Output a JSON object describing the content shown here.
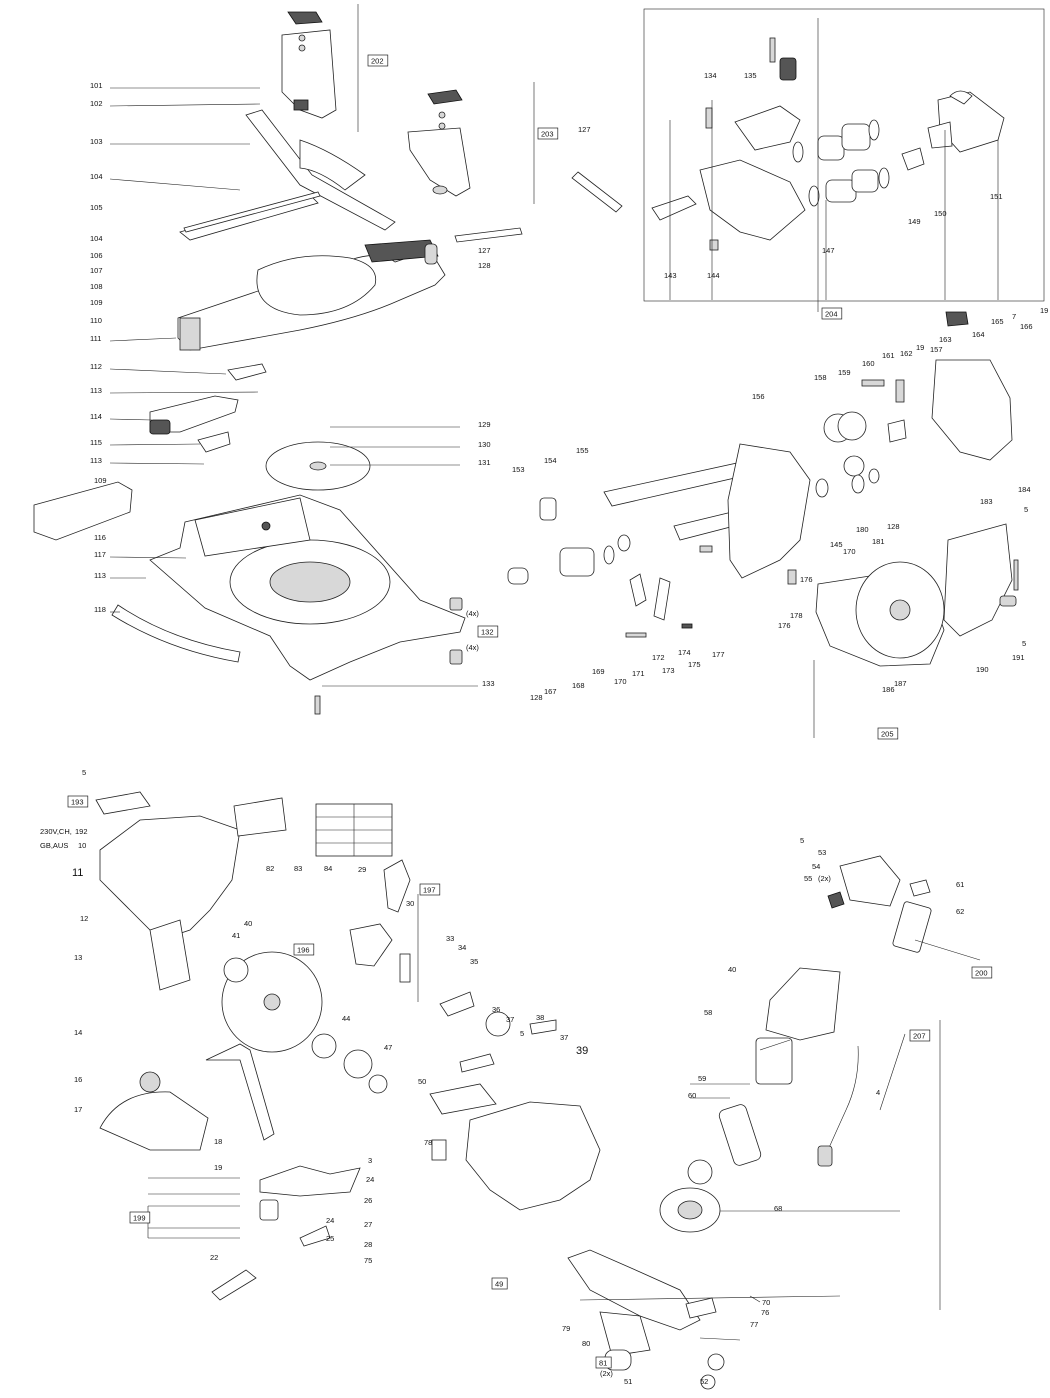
{
  "labels": [
    {
      "t": "101"
    },
    {
      "t": "102"
    },
    {
      "t": "103"
    },
    {
      "t": "104"
    },
    {
      "t": "105"
    },
    {
      "t": "104"
    },
    {
      "t": "106"
    },
    {
      "t": "107"
    },
    {
      "t": "108"
    },
    {
      "t": "109"
    },
    {
      "t": "110"
    },
    {
      "t": "111"
    },
    {
      "t": "112"
    },
    {
      "t": "113"
    },
    {
      "t": "114"
    },
    {
      "t": "115"
    },
    {
      "t": "113"
    },
    {
      "t": "109"
    },
    {
      "t": "116"
    },
    {
      "t": "117"
    },
    {
      "t": "113"
    },
    {
      "t": "118"
    },
    {
      "t": "127"
    },
    {
      "t": "127"
    },
    {
      "t": "128"
    },
    {
      "t": "129"
    },
    {
      "t": "130"
    },
    {
      "t": "131"
    },
    {
      "t": "(4x)"
    },
    {
      "t": "(4x)"
    },
    {
      "t": "133"
    },
    {
      "t": "134"
    },
    {
      "t": "135"
    },
    {
      "t": "143"
    },
    {
      "t": "144"
    },
    {
      "t": "147"
    },
    {
      "t": "149"
    },
    {
      "t": "150"
    },
    {
      "t": "151"
    },
    {
      "t": "153"
    },
    {
      "t": "154"
    },
    {
      "t": "155"
    },
    {
      "t": "156"
    },
    {
      "t": "158"
    },
    {
      "t": "159"
    },
    {
      "t": "160"
    },
    {
      "t": "161"
    },
    {
      "t": "162"
    },
    {
      "t": "163"
    },
    {
      "t": "157"
    },
    {
      "t": "164"
    },
    {
      "t": "165"
    },
    {
      "t": "7"
    },
    {
      "t": "166"
    },
    {
      "t": "19"
    },
    {
      "t": "19"
    },
    {
      "t": "180"
    },
    {
      "t": "181"
    },
    {
      "t": "128"
    },
    {
      "t": "183"
    },
    {
      "t": "184"
    },
    {
      "t": "5"
    },
    {
      "t": "145"
    },
    {
      "t": "170"
    },
    {
      "t": "176"
    },
    {
      "t": "178"
    },
    {
      "t": "176"
    },
    {
      "t": "177"
    },
    {
      "t": "174"
    },
    {
      "t": "175"
    },
    {
      "t": "172"
    },
    {
      "t": "173"
    },
    {
      "t": "171"
    },
    {
      "t": "170"
    },
    {
      "t": "169"
    },
    {
      "t": "168"
    },
    {
      "t": "167"
    },
    {
      "t": "128"
    },
    {
      "t": "186"
    },
    {
      "t": "187"
    },
    {
      "t": "190"
    },
    {
      "t": "191"
    },
    {
      "t": "5"
    },
    {
      "t": "5"
    },
    {
      "t": "230V,CH,"
    },
    {
      "t": "192"
    },
    {
      "t": "GB,AUS"
    },
    {
      "t": "10"
    },
    {
      "t": "11"
    },
    {
      "t": "12"
    },
    {
      "t": "13"
    },
    {
      "t": "14"
    },
    {
      "t": "16"
    },
    {
      "t": "17"
    },
    {
      "t": "18"
    },
    {
      "t": "19"
    },
    {
      "t": "82"
    },
    {
      "t": "83"
    },
    {
      "t": "84"
    },
    {
      "t": "29"
    },
    {
      "t": "30"
    },
    {
      "t": "40"
    },
    {
      "t": "41"
    },
    {
      "t": "33"
    },
    {
      "t": "34"
    },
    {
      "t": "35"
    },
    {
      "t": "36"
    },
    {
      "t": "37"
    },
    {
      "t": "5"
    },
    {
      "t": "38"
    },
    {
      "t": "37"
    },
    {
      "t": "39"
    },
    {
      "t": "44"
    },
    {
      "t": "47"
    },
    {
      "t": "50"
    },
    {
      "t": "78"
    },
    {
      "t": "3"
    },
    {
      "t": "24"
    },
    {
      "t": "26"
    },
    {
      "t": "27"
    },
    {
      "t": "28"
    },
    {
      "t": "75"
    },
    {
      "t": "24"
    },
    {
      "t": "25"
    },
    {
      "t": "22"
    },
    {
      "t": "5"
    },
    {
      "t": "53"
    },
    {
      "t": "54"
    },
    {
      "t": "55"
    },
    {
      "t": "(2x)"
    },
    {
      "t": "61"
    },
    {
      "t": "62"
    },
    {
      "t": "40"
    },
    {
      "t": "58"
    },
    {
      "t": "4"
    },
    {
      "t": "59"
    },
    {
      "t": "60"
    },
    {
      "t": "68"
    },
    {
      "t": "70"
    },
    {
      "t": "76"
    },
    {
      "t": "77"
    },
    {
      "t": "79"
    },
    {
      "t": "80"
    },
    {
      "t": "(2x)"
    },
    {
      "t": "51"
    },
    {
      "t": "52"
    }
  ],
  "boxed_labels": [
    {
      "t": "202"
    },
    {
      "t": "203"
    },
    {
      "t": "132"
    },
    {
      "t": "204"
    },
    {
      "t": "205"
    },
    {
      "t": "193"
    },
    {
      "t": "197"
    },
    {
      "t": "196"
    },
    {
      "t": "199"
    },
    {
      "t": "200"
    },
    {
      "t": "207"
    },
    {
      "t": "49"
    },
    {
      "t": "81"
    }
  ]
}
